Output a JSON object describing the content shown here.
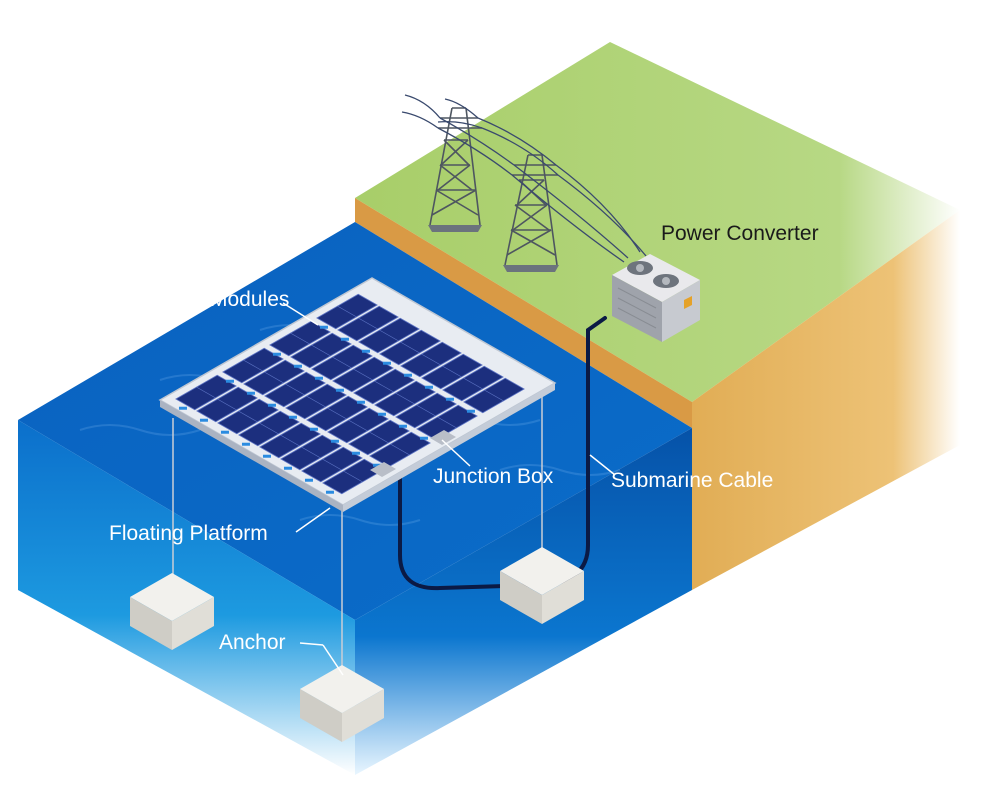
{
  "labels": {
    "modules": "Modules",
    "junction_box": "Junction Box",
    "submarine_cable": "Submarine Cable",
    "floating_platform": "Floating Platform",
    "anchor": "Anchor",
    "power_converter": "Power Converter"
  },
  "colors": {
    "water_top": "#0a66c6",
    "water_front": "#0b74cf",
    "water_side": "#0652a8",
    "grass": "#a9cf6a",
    "soil": "#e8b55a",
    "soil_edge": "#d99a45",
    "panel": "#1c2f7e",
    "panel_grid": "#5d74c4",
    "frame": "#e8ecf2",
    "concrete": "#e3e1da",
    "cable": "#0b1a45"
  }
}
